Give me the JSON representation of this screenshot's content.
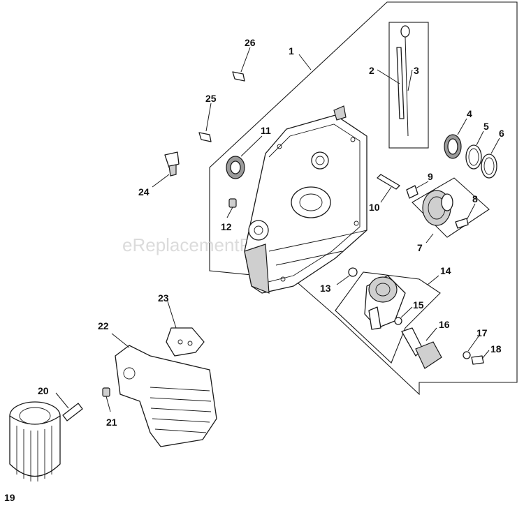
{
  "watermark": "eReplacementParts.com",
  "callouts": {
    "c1": "1",
    "c2": "2",
    "c3": "3",
    "c4": "4",
    "c5": "5",
    "c6": "6",
    "c7": "7",
    "c8": "8",
    "c9": "9",
    "c10": "10",
    "c11": "11",
    "c12": "12",
    "c13": "13",
    "c14": "14",
    "c15": "15",
    "c16": "16",
    "c17": "17",
    "c18": "18",
    "c19": "19",
    "c20": "20",
    "c21": "21",
    "c22": "22",
    "c23": "23",
    "c24": "24",
    "c25": "25",
    "c26": "26"
  }
}
